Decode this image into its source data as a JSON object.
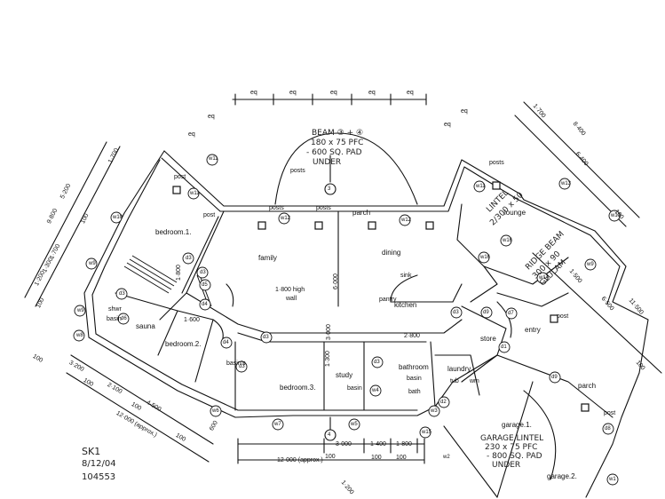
{
  "rooms": {
    "bedroom1": "bedroom.1.",
    "family": "family",
    "dining": "dining",
    "parch_top": "parch",
    "lounge": "lounge",
    "kitchen": "kitchen",
    "sauna": "sauna",
    "bedroom2": "bedroom.2.",
    "bedroom3": "bedroom.3.",
    "study": "study",
    "bathroom": "bathroom",
    "laundry": "laundry",
    "store": "store",
    "entry": "entry",
    "parch_right": "parch",
    "garage1": "garage.1.",
    "garage2": "garage.2."
  },
  "fixtures": {
    "shwr": "shwr",
    "basin": "basin",
    "basins": "basin's",
    "basin2": "basin",
    "basin3": "basin",
    "bath": "bath",
    "sink": "sink",
    "pantry": "pantry",
    "tub": "tub",
    "wm": "wm",
    "post1": "post",
    "post2": "post",
    "posts1": "posts",
    "posts2": "posts",
    "posts3": "posts",
    "posts4": "posts",
    "post3": "post",
    "post4": "post"
  },
  "notes": {
    "beam_line1": "BEAM ③ + ④",
    "beam_line2": "180 x 75 PFC",
    "beam_line3": "- 600 SQ. PAD",
    "beam_line4": "UNDER",
    "lintel_line1": "LINTEL",
    "lintel_line2": "2/300 x 50",
    "ridge_line1": "RIDGE BEAM",
    "ridge_line2": "300 x 90",
    "ridge_line3": "GLULAM",
    "garage_lintel1": "GARAGE LINTEL",
    "garage_lintel2": "230 x 75 PFC",
    "garage_lintel3": "- 800 SQ. PAD",
    "garage_lintel4": "UNDER",
    "wall_high": "1·800 high",
    "wall_word": "wall"
  },
  "dimensions": {
    "eq": "eq",
    "d_1800": "1·800",
    "d_1600": "1·600",
    "d_2800": "2·800",
    "d_6000": "6·000",
    "d_3000": "3·000",
    "d_1400": "1·400",
    "d_1800b": "1·800",
    "d_12000": "12·000 (approx.)",
    "d_100": "100",
    "d_9800": "9·800",
    "d_1700": "1·700",
    "d_5200": "5·200",
    "d_1300": "1·300",
    "d_3200": "3·200",
    "d_2100": "2·100",
    "d_4500": "4·500",
    "d_12000b": "12·000 (approx.)",
    "d_600": "600",
    "d_8400": "8·400",
    "d_6400": "6·400",
    "d_1700r": "1·700",
    "d_6500": "6·500",
    "d_11500": "11·500",
    "d_1200": "1·200",
    "d_1500": "1·500"
  },
  "tags": {
    "w1": "w1",
    "w2": "w2",
    "w3": "w3",
    "w4": "w4",
    "w5": "w5",
    "w6": "w6",
    "w7": "w7",
    "w8": "w8",
    "w9": "w9",
    "w10": "w10",
    "w11": "w11",
    "w12": "w12",
    "w13": "w13",
    "w14": "w14",
    "w15": "w15",
    "w16": "w16",
    "d1": "d1",
    "d2": "d2",
    "d3": "d3",
    "d4": "d4",
    "d5": "d5",
    "d6": "d6",
    "d7": "d7",
    "d8": "d8",
    "d9": "d9",
    "grid3": "3",
    "grid4": "4"
  },
  "sketch": {
    "id": "SK1",
    "date": "8/12/04",
    "number": "104553"
  }
}
